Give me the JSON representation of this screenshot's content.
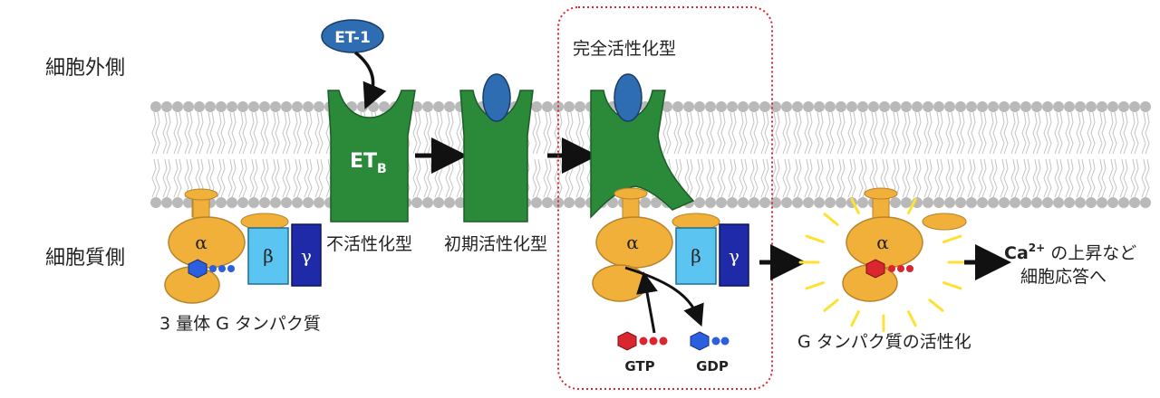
{
  "regions": {
    "extracellular": "細胞外側",
    "intracellular": "細胞質側"
  },
  "ligand": {
    "label": "ET-1"
  },
  "receptor": {
    "label_main": "ET",
    "label_sub": "B"
  },
  "states": {
    "inactive": "不活性化型",
    "early_active": "初期活性化型",
    "fully_active": "完全活性化型"
  },
  "g_protein": {
    "alpha": "α",
    "beta": "β",
    "gamma": "γ",
    "trimer_label": "3 量体 G タンパク質",
    "activation_label": "G タンパク質の活性化"
  },
  "nucleotides": {
    "gtp": "GTP",
    "gdp": "GDP"
  },
  "response": {
    "ion": "Ca",
    "ion_charge": "2+",
    "line1_rest": " の上昇など",
    "line2": "細胞応答へ"
  },
  "colors": {
    "receptor_green": "#2a8a3a",
    "ligand_blue": "#2f6db3",
    "g_alpha_gold": "#f0b03a",
    "beta_light_blue": "#5bc4f0",
    "gamma_navy": "#1e2aa8",
    "gtp_red": "#d9262f",
    "gdp_blue": "#2a5fe0",
    "highlight_dotted_red": "#d9262f",
    "glow_yellow": "#ffe033"
  }
}
